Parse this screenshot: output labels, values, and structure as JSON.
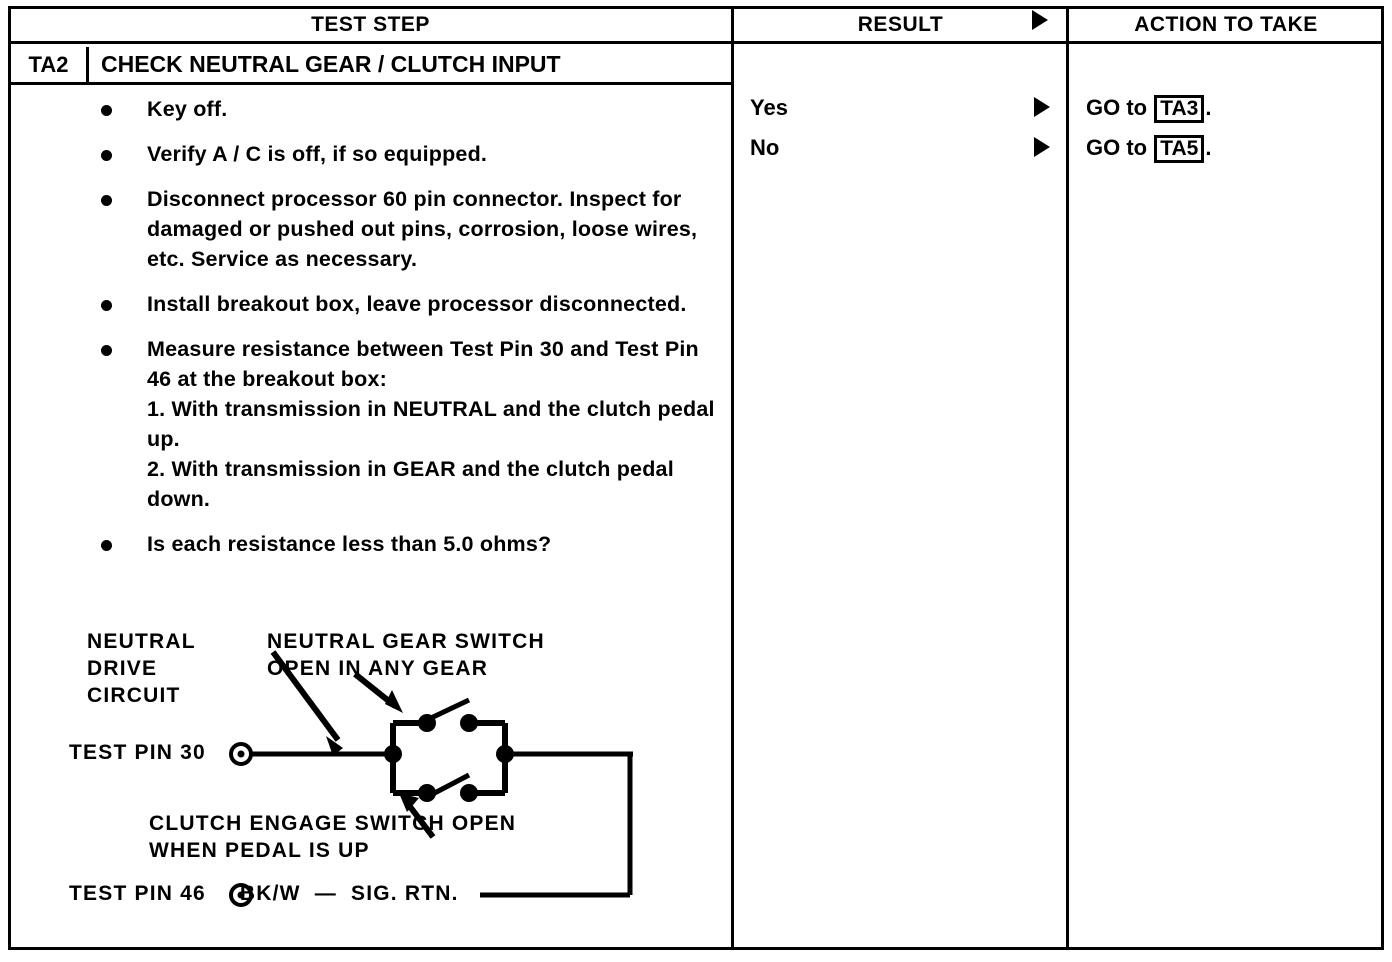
{
  "table": {
    "columns": [
      {
        "id": "test-step",
        "label": "TEST STEP"
      },
      {
        "id": "result",
        "label": "RESULT"
      },
      {
        "id": "action",
        "label": "ACTION TO TAKE"
      }
    ]
  },
  "step": {
    "id": "TA2",
    "title": "CHECK NEUTRAL GEAR / CLUTCH INPUT",
    "bullets": [
      {
        "text": "Key off."
      },
      {
        "text": "Verify A / C is off, if so equipped."
      },
      {
        "text": "Disconnect processor 60 pin connector. Inspect for damaged or pushed out pins, corrosion, loose wires, etc. Service as necessary."
      },
      {
        "text": "Install breakout box, leave processor disconnected."
      },
      {
        "text": "Measure resistance between Test Pin 30 and Test Pin 46 at the breakout box:",
        "sub": [
          "1. With transmission in NEUTRAL and the clutch pedal up.",
          "2. With transmission in GEAR and the clutch pedal down."
        ]
      },
      {
        "text": "Is each resistance less than 5.0 ohms?"
      }
    ]
  },
  "results": [
    {
      "result": "Yes",
      "action_prefix": "GO to ",
      "action_ref": "TA3",
      "action_suffix": "."
    },
    {
      "result": "No",
      "action_prefix": "GO to ",
      "action_ref": "TA5",
      "action_suffix": "."
    }
  ],
  "schematic": {
    "labels": {
      "neutral_drive_circuit": "NEUTRAL\nDRIVE\nCIRCUIT",
      "neutral_gear_switch": "NEUTRAL GEAR SWITCH\nOPEN IN ANY GEAR",
      "test_pin_30": "TEST PIN 30",
      "clutch_engage_switch": "CLUTCH ENGAGE SWITCH OPEN\nWHEN PEDAL IS UP",
      "test_pin_46": "TEST PIN 46",
      "wire_code": "BK/W  —  SIG. RTN."
    }
  },
  "colors": {
    "ink": "#000000",
    "paper": "#ffffff"
  }
}
